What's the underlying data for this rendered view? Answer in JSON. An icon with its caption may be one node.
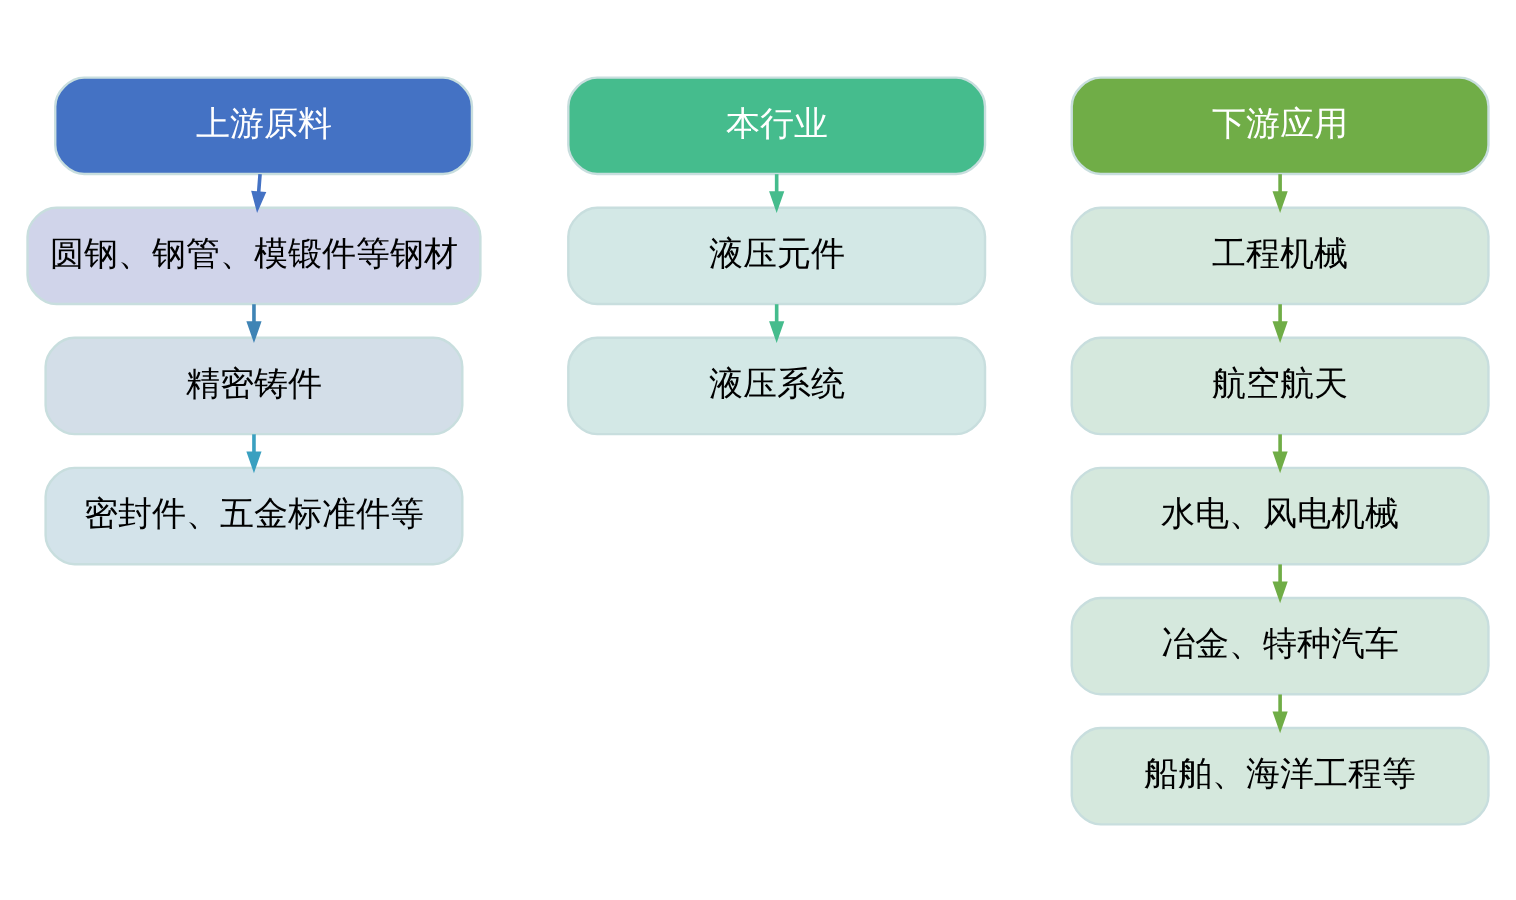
{
  "diagram": {
    "nodes": [
      {
        "text": [
          "上游原料"
        ]
      },
      {
        "text": [
          "圆钢、钢管、模锻件等钢材"
        ]
      },
      {
        "text": [
          "精密铸件"
        ]
      },
      {
        "text": [
          "密封件、五金标准件等"
        ]
      },
      {
        "text": [
          "本行业"
        ]
      },
      {
        "text": [
          "液压元件"
        ]
      },
      {
        "text": [
          "液压系统"
        ]
      },
      {
        "text": [
          "下游应用"
        ]
      },
      {
        "text": [
          "工程机械"
        ]
      },
      {
        "text": [
          "航空航天"
        ]
      },
      {
        "text": [
          "水电、风电机械"
        ]
      },
      {
        "text": [
          "冶金、特种汽车"
        ]
      },
      {
        "text": [
          "船舶、海洋工程等"
        ]
      }
    ],
    "edges": [
      {
        "from": 0,
        "to": 1,
        "arrow": "to",
        "color": "#4472c4"
      },
      {
        "from": 1,
        "to": 2,
        "arrow": "to",
        "color": "#3f84b5"
      },
      {
        "from": 2,
        "to": 3,
        "arrow": "to",
        "color": "#3aa0c0"
      },
      {
        "from": 4,
        "to": 5,
        "arrow": "to",
        "color": "#45bc8d"
      },
      {
        "from": 5,
        "to": 6,
        "arrow": "to",
        "color": "#45bc8d"
      },
      {
        "from": 7,
        "to": 8,
        "arrow": "to"
      },
      {
        "from": 8,
        "to": 9,
        "arrow": "to"
      },
      {
        "from": 9,
        "to": 10,
        "arrow": "to"
      },
      {
        "from": 10,
        "to": 11,
        "arrow": "to"
      },
      {
        "from": 11,
        "to": 12,
        "arrow": "to"
      }
    ]
  }
}
